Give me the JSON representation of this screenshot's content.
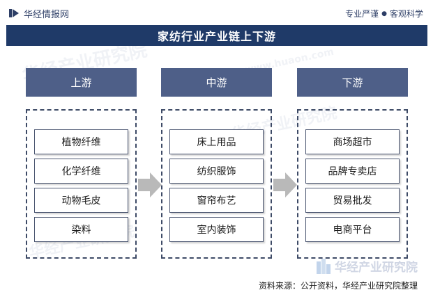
{
  "header": {
    "brand_name": "华经情报网",
    "slogan_left": "专业严谨",
    "slogan_dot": "●",
    "slogan_right": "客观科学"
  },
  "title": "家纺行业产业链上下游",
  "columns": [
    {
      "label": "上游",
      "items": [
        "植物纤维",
        "化学纤维",
        "动物毛皮",
        "染料"
      ]
    },
    {
      "label": "中游",
      "items": [
        "床上用品",
        "纺织服饰",
        "窗帘布艺",
        "室内装饰"
      ]
    },
    {
      "label": "下游",
      "items": [
        "商场超市",
        "品牌专卖店",
        "贸易批发",
        "电商平台"
      ]
    }
  ],
  "watermark": {
    "text": "华经产业研究院",
    "url": "www.huaon.com"
  },
  "footer": "资料来源：公开资料，华经产业研究院整理",
  "colors": {
    "title_bg": "#1f3a68",
    "header_bg": "#4e5f88",
    "arrow": "#b9b9b9"
  }
}
